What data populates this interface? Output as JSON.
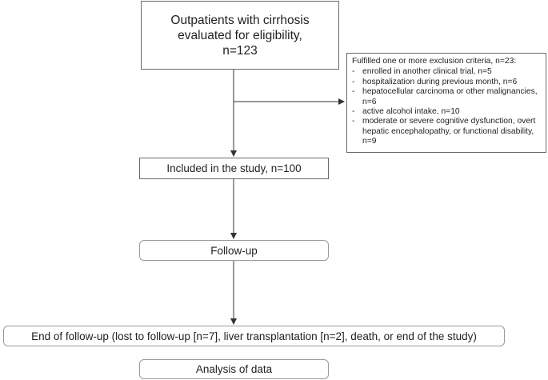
{
  "eligibility": {
    "lines": [
      "Outpatients with cirrhosis",
      "evaluated for eligibility,",
      "n=123"
    ]
  },
  "exclusion": {
    "title": "Fulfilled one or more exclusion criteria, n=23:",
    "bullet": "-",
    "items": [
      "enrolled in another clinical trial, n=5",
      "hospitalization during previous month, n=6",
      "hepatocellular carcinoma or other malignancies, n=6",
      "active alcohol intake, n=10",
      "moderate or severe cognitive dysfunction, overt hepatic encephalopathy, or functional disability, n=9"
    ]
  },
  "included": {
    "label": "Included in the study, n=100"
  },
  "followup": {
    "label": "Follow-up"
  },
  "end": {
    "label": "End of follow-up (lost to follow-up [n=7], liver transplantation [n=2], death, or end of the study)"
  },
  "analysis": {
    "label": "Analysis of data"
  },
  "colors": {
    "line": "#333333",
    "box_border": "#6b6b6b",
    "rounded_border": "#9a9a9a"
  }
}
